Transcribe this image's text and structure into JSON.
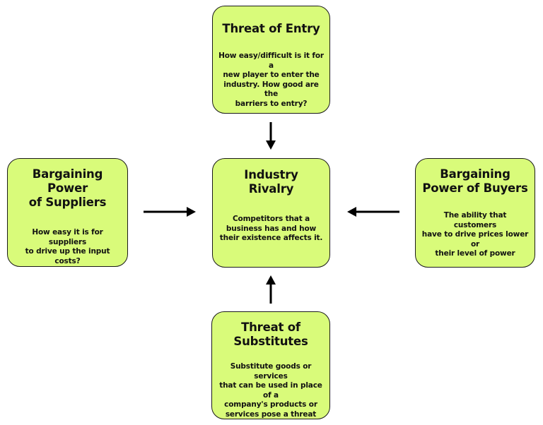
{
  "diagram": {
    "center": {
      "title": "Industry\nRivalry",
      "description": "Competitors that a\nbusiness has and how\ntheir existence affects it."
    },
    "top": {
      "title": "Threat of Entry",
      "description": "How easy/difficult is it for a\nnew player to enter the\nindustry. How good are the\nbarriers to entry?"
    },
    "left": {
      "title": "Bargaining Power\nof Suppliers",
      "description": "How easy it is for suppliers\nto drive up the input costs?"
    },
    "right": {
      "title": "Bargaining\nPower of Buyers",
      "description": "The ability that customers\nhave to drive prices lower or\ntheir level of power"
    },
    "bottom": {
      "title": "Threat of\nSubstitutes",
      "description": "Substitute goods or services\nthat can be used in place of a\ncompany's products or\nservices pose a threat"
    },
    "colors": {
      "box_fill": "#d9fb7a",
      "box_border": "#1a1a1a",
      "arrow": "#000000"
    }
  }
}
